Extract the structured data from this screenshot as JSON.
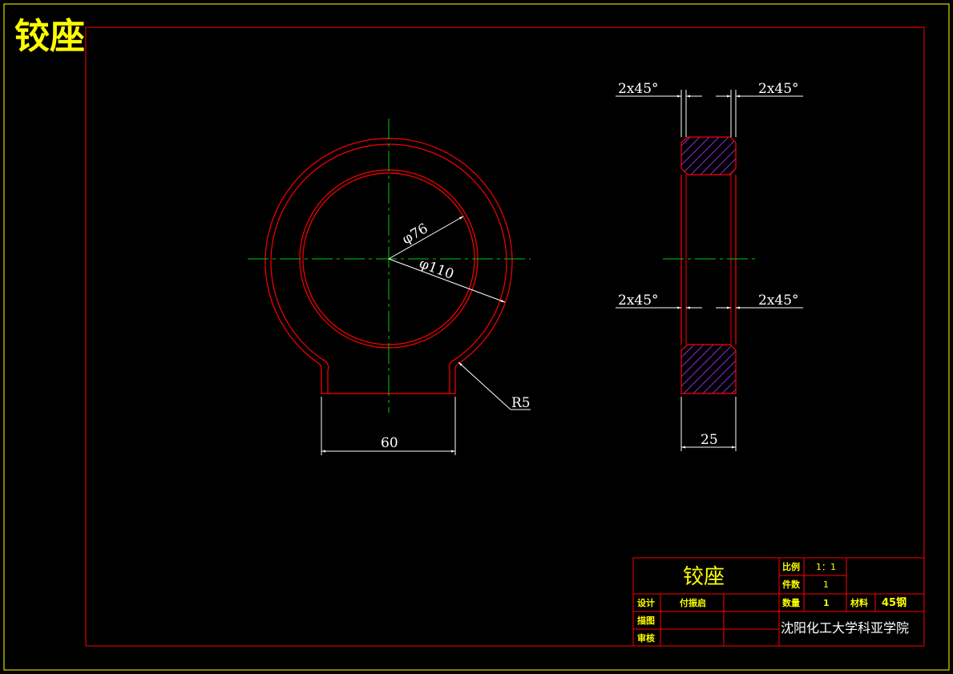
{
  "drawing_title": "铰座",
  "colors": {
    "background": "#000000",
    "outer_frame": "#ffff00",
    "inner_frame": "#ff0000",
    "part_line": "#ff0000",
    "center_line": "#00cc00",
    "dimension": "#ffffff",
    "title_text": "#ffff00",
    "hatch": "#8a2be2"
  },
  "front_view": {
    "dia_inner": "φ76",
    "dia_outer": "φ110",
    "radius": "R5",
    "width": "60"
  },
  "side_view": {
    "chamfer_top_left": "2x45°",
    "chamfer_top_right": "2x45°",
    "chamfer_mid_left": "2x45°",
    "chamfer_mid_right": "2x45°",
    "thickness": "25"
  },
  "title_block": {
    "name": "铰座",
    "scale_label": "比例",
    "scale_value": "1：1",
    "pieces_label": "件数",
    "pieces_value": "1",
    "design_label": "设计",
    "designer": "付振启",
    "draw_label": "描图",
    "check_label": "审核",
    "quantity_label": "数量",
    "quantity_value": "1",
    "material_label": "材料",
    "material_value": "45钢",
    "school": "沈阳化工大学科亚学院"
  }
}
